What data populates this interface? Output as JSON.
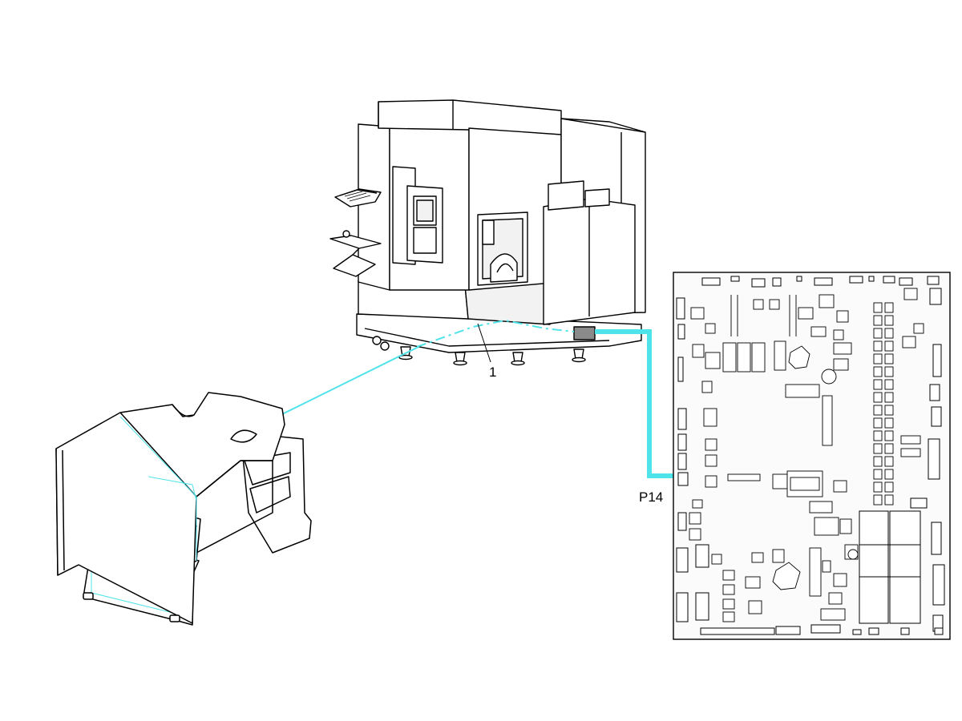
{
  "labels": {
    "callout_1": "1",
    "connector": "P14"
  },
  "colors": {
    "cable": "#4fe3ea",
    "line": "#000000",
    "fill": "#ffffff",
    "machine_shade": "#f2f2f2",
    "panel_fill": "#fbfbfb",
    "connector_fill": "#8a8a8a"
  },
  "components": [
    "machine",
    "foot-pedal",
    "control-board"
  ]
}
